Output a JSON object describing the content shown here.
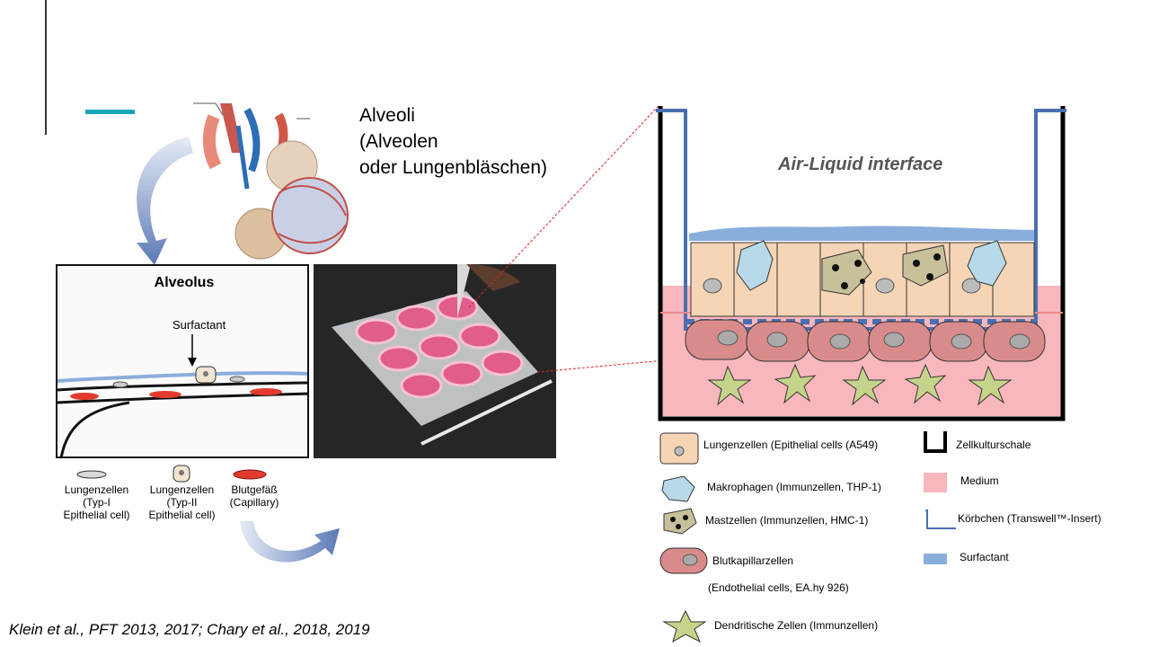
{
  "alveoli_title": [
    "Alveoli",
    "(Alveolen",
    "oder Lungenbläschen)"
  ],
  "alveolus_panel": {
    "title": "Alveolus",
    "surfactant_label": "Surfactant"
  },
  "cell_labels": [
    [
      "Lungenzellen",
      "(Typ-I",
      "Epithelial cell)"
    ],
    [
      "Lungenzellen",
      "(Typ-II",
      "Epithelial cell)"
    ],
    [
      "Blutgefäß",
      "(Capillary)"
    ]
  ],
  "ali_title": "Air-Liquid interface",
  "legend_left": [
    "Lungenzellen (Epithelial cells (A549)",
    "Makrophagen (Immunzellen, THP-1)",
    "Mastzellen (Immunzellen, HMC-1)",
    "Blutkapillarzellen",
    "(Endothelial cells, EA.hy 926)",
    "Dendritische Zellen (Immunzellen)"
  ],
  "legend_right": [
    "Zellkulturschale",
    "Medium",
    "Körbchen (Transwell™-Insert)",
    "Surfactant"
  ],
  "citation": "Klein et al., PFT 2013, 2017; Chary et al., 2018, 2019",
  "colors": {
    "teal_accent": "#1ba6b8",
    "epithelial": "#f6d5b6",
    "macrophage": "#b7d9ea",
    "mast_cell": "#c8c09a",
    "endothelial": "#d98b8b",
    "dendritic": "#c5d48a",
    "medium": "#f8b6bd",
    "insert": "#4a6fb0",
    "surfactant": "#8aaedc"
  }
}
